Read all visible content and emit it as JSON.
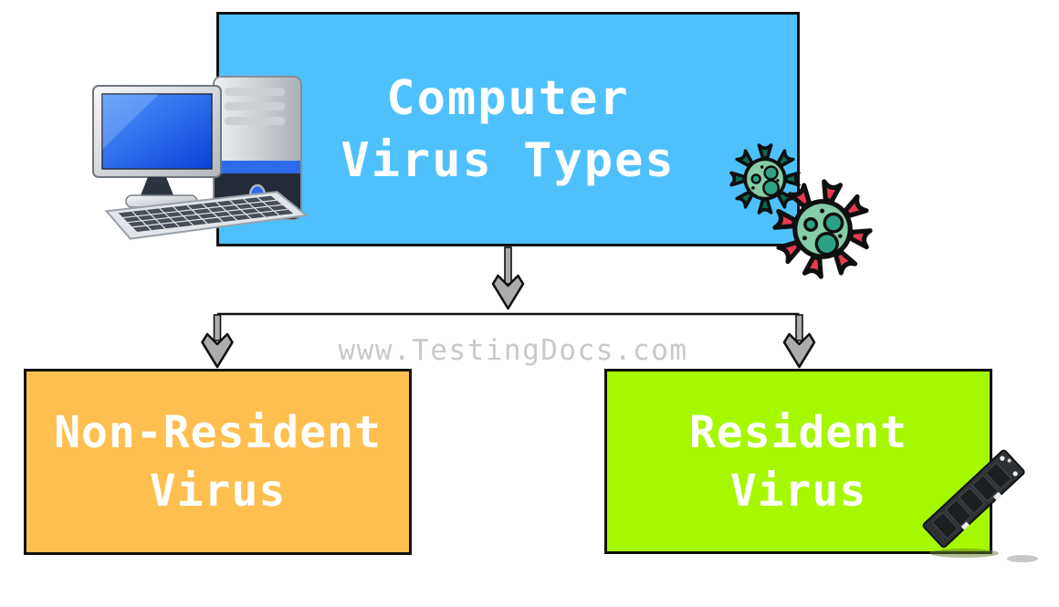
{
  "diagram": {
    "root": {
      "label_line1": "Computer",
      "label_line2": "Virus Types",
      "fill": "#4EC1FC"
    },
    "children": [
      {
        "label_line1": "Non-Resident",
        "label_line2": "Virus",
        "fill": "#FDC04F"
      },
      {
        "label_line1": "Resident",
        "label_line2": "Virus",
        "fill": "#A6F800"
      }
    ],
    "watermark": "www.TestingDocs.com",
    "colors": {
      "node_border": "#111111",
      "node_text": "#FFFFFF",
      "watermark_text": "#C9C9C9",
      "connector_line": "#111111",
      "arrow_fill": "#ACACAC",
      "virus_body": "#85CDA8",
      "virus_spot": "#2EA184",
      "virus_spike_large": "#E83A52",
      "virus_spike_small": "#0C6B55",
      "screen_blue": "#2E6BE8"
    },
    "icons": {
      "top_left": "desktop-computer-icon",
      "top_right_small": "virus-icon",
      "top_right_large": "virus-icon",
      "bottom_right": "ram-memory-icon"
    }
  }
}
